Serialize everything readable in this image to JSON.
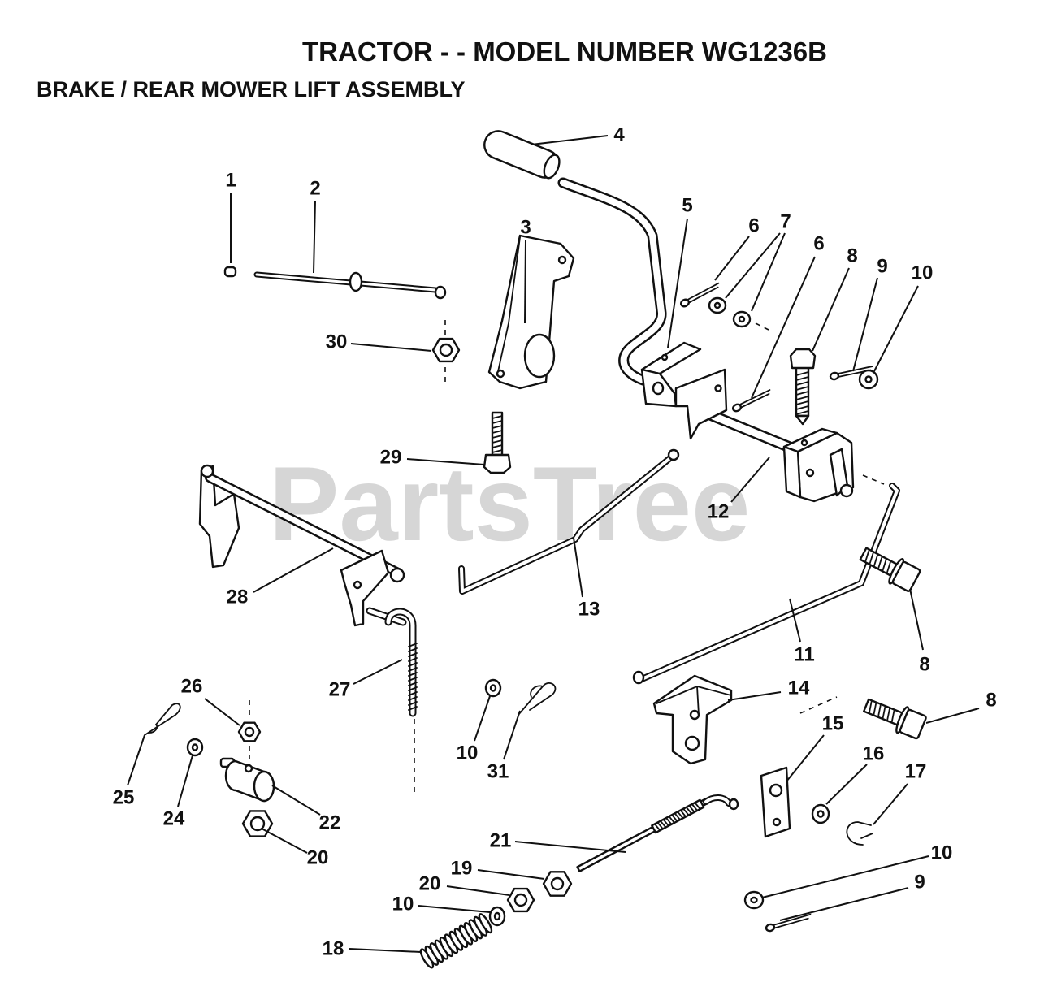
{
  "title": "TRACTOR - - MODEL NUMBER WG1236B",
  "subtitle": "BRAKE / REAR MOWER LIFT ASSEMBLY",
  "watermark": "PartsTree",
  "callouts": [
    "1",
    "2",
    "3",
    "4",
    "5",
    "6",
    "7",
    "6",
    "8",
    "9",
    "10",
    "30",
    "29",
    "12",
    "28",
    "13",
    "11",
    "8",
    "27",
    "26",
    "14",
    "8",
    "10",
    "31",
    "15",
    "16",
    "17",
    "25",
    "24",
    "22",
    "20",
    "21",
    "10",
    "19",
    "9",
    "20",
    "10",
    "18"
  ]
}
